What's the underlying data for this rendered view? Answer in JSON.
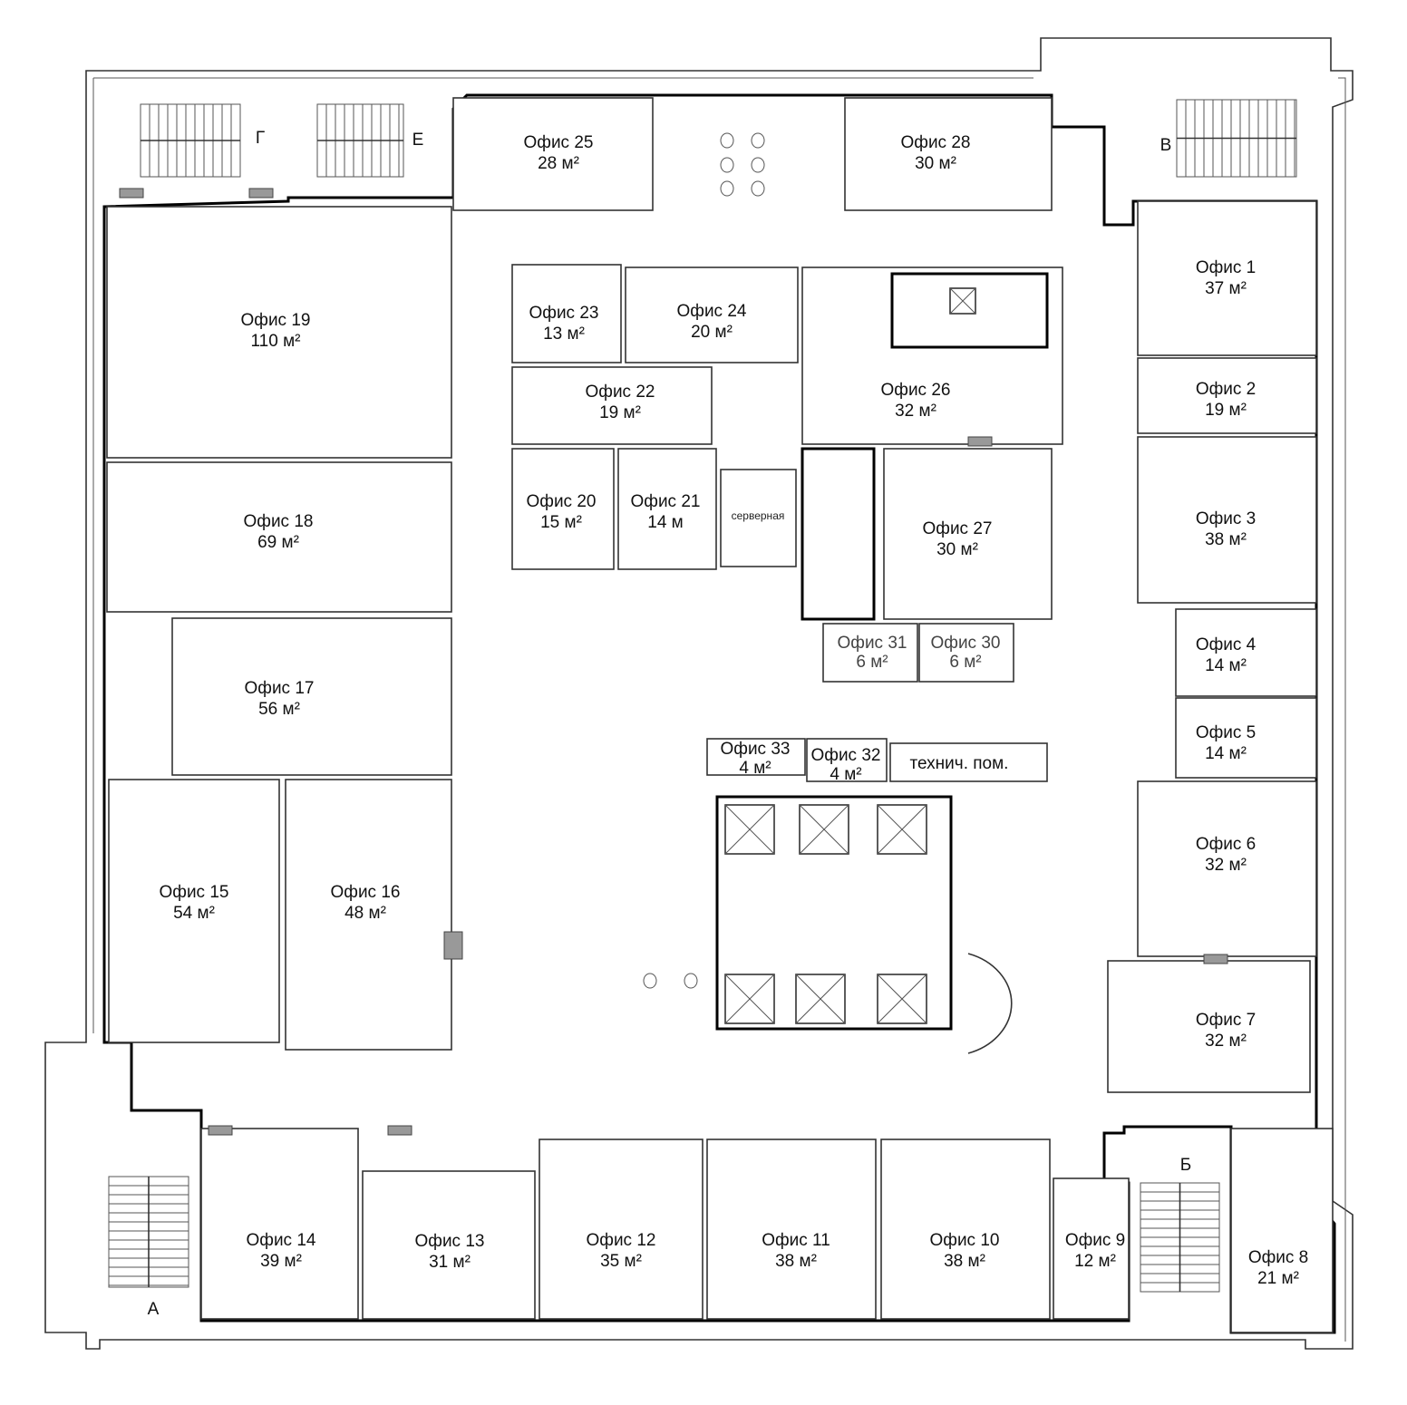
{
  "plan": {
    "rooms": [
      {
        "name": "Офис 1",
        "area": "37 м²"
      },
      {
        "name": "Офис 2",
        "area": "19 м²"
      },
      {
        "name": "Офис 3",
        "area": "38 м²"
      },
      {
        "name": "Офис 4",
        "area": "14 м²"
      },
      {
        "name": "Офис 5",
        "area": "14 м²"
      },
      {
        "name": "Офис 6",
        "area": "32 м²"
      },
      {
        "name": "Офис 7",
        "area": "32 м²"
      },
      {
        "name": "Офис 8",
        "area": "21 м²"
      },
      {
        "name": "Офис 9",
        "area": "12 м²"
      },
      {
        "name": "Офис 10",
        "area": "38 м²"
      },
      {
        "name": "Офис 11",
        "area": "38 м²"
      },
      {
        "name": "Офис 12",
        "area": "35 м²"
      },
      {
        "name": "Офис 13",
        "area": "31 м²"
      },
      {
        "name": "Офис 14",
        "area": "39 м²"
      },
      {
        "name": "Офис 15",
        "area": "54 м²"
      },
      {
        "name": "Офис 16",
        "area": "48 м²"
      },
      {
        "name": "Офис 17",
        "area": "56 м²"
      },
      {
        "name": "Офис 18",
        "area": "69 м²"
      },
      {
        "name": "Офис 19",
        "area": "110 м²"
      },
      {
        "name": "Офис 20",
        "area": "15 м²"
      },
      {
        "name": "Офис 21",
        "area": "14 м"
      },
      {
        "name": "Офис 22",
        "area": "19 м²"
      },
      {
        "name": "Офис 23",
        "area": "13 м²"
      },
      {
        "name": "Офис 24",
        "area": "20 м²"
      },
      {
        "name": "Офис 25",
        "area": "28 м²"
      },
      {
        "name": "Офис 26",
        "area": "32 м²"
      },
      {
        "name": "Офис 27",
        "area": "30 м²"
      },
      {
        "name": "Офис 28",
        "area": "30 м²"
      },
      {
        "name": "Офис 30",
        "area": "6 м²"
      },
      {
        "name": "Офис 31",
        "area": "6 м²"
      },
      {
        "name": "Офис 32",
        "area": "4 м²"
      },
      {
        "name": "Офис 33",
        "area": "4 м²"
      }
    ],
    "server_room": "серверная",
    "tech_room": "технич. пом.",
    "stairs": [
      "А",
      "Б",
      "В",
      "Г",
      "Е"
    ]
  }
}
